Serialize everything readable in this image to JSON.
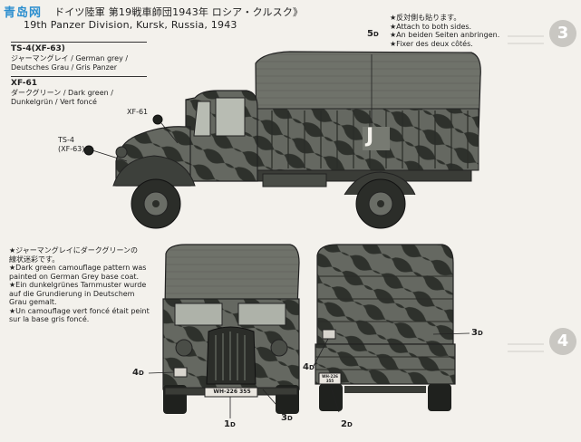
{
  "watermark": "青岛网",
  "title": {
    "line1": "ドイツ陸軍 第19戦車師団1943年 ロシア・クルスク》",
    "line2": "19th Panzer Division, Kursk, Russia, 1943"
  },
  "paints": [
    {
      "code": "TS-4(XF-63)",
      "desc1": "ジャーマングレイ / German grey /",
      "desc2": "Deutsches Grau / Gris Panzer"
    },
    {
      "code": "XF-61",
      "desc1": "ダークグリーン / Dark green /",
      "desc2": "Dunkelgrün / Vert foncé"
    }
  ],
  "side_callouts": {
    "xf61": "XF-61",
    "ts4": "TS-4",
    "ts4b": "(XF-63)",
    "decal_5d": "5",
    "decal_5d_sub": "D"
  },
  "right_notes": [
    "★反対側も貼ります。",
    "★Attach to both sides.",
    "★An beiden Seiten anbringen.",
    "★Fixer des deux côtés."
  ],
  "left_notes": [
    "★ジャーマングレイにダークグリーンの",
    "線状迷彩です。",
    "★Dark green camouflage pattern was",
    "painted on German Grey base coat.",
    "★Ein dunkelgrünes Tarnmuster wurde",
    "auf die Grundierung in Deutschem",
    "Grau gemalt.",
    "★Un camouflage vert foncé était peint",
    "sur la base gris foncé."
  ],
  "front_callouts": {
    "d4": "4",
    "d4_sub": "D",
    "d1": "1",
    "d1_sub": "D",
    "d3": "3",
    "d3_sub": "D"
  },
  "rear_callouts": {
    "d3": "3",
    "d3_sub": "D",
    "d4": "4",
    "d4_sub": "D",
    "d2": "2",
    "d2_sub": "D"
  },
  "plates": {
    "front": "WH-226 355",
    "rear": "WH-226 355"
  },
  "door_marking": "J",
  "step_numbers": {
    "top": "3",
    "bottom": "4"
  },
  "colors": {
    "grey": "#5e615a",
    "dark": "#2c2f2a",
    "canvas": "#6b6e66",
    "paper": "#f3f1ec"
  }
}
